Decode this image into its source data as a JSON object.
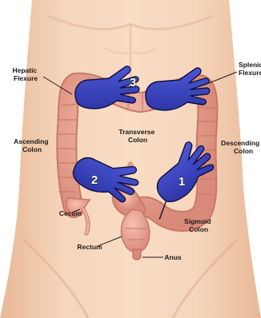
{
  "labels": {
    "hepatic_flexure": [
      "Hepatic",
      "Flexure"
    ],
    "splenic_flexure": [
      "Splenic",
      "Flexure"
    ],
    "transverse_colon": [
      "Transverse",
      "Colon"
    ],
    "ascending_colon": [
      "Ascending",
      "Colon"
    ],
    "descending_colon": [
      "Descending",
      "Colon"
    ],
    "cecum": "Cecum",
    "sigmoid_colon": [
      "Sigmoid",
      "Colon"
    ],
    "rectum": "Rectum",
    "anus": "Anus"
  },
  "hand_steps": [
    "1",
    "2",
    "3"
  ],
  "colors": {
    "skin": "#f2cdb0",
    "skin_shadow": "#e2b090",
    "colon": "#e8a090",
    "colon_dark": "#c8786a",
    "hand": "#3c46c0",
    "hand_outline": "#101040"
  }
}
